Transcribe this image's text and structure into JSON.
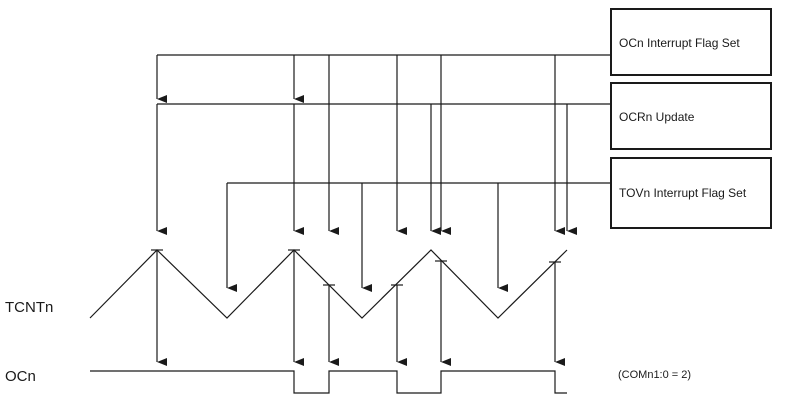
{
  "boxes": {
    "ocn_flag": "OCn Interrupt Flag Set",
    "ocrn_update": "OCRn Update",
    "tovn_flag": "TOVn Interrupt Flag Set"
  },
  "signals": {
    "tcnt": "TCNTn",
    "ocn": "OCn"
  },
  "note": "(COMn1:0 = 2)"
}
